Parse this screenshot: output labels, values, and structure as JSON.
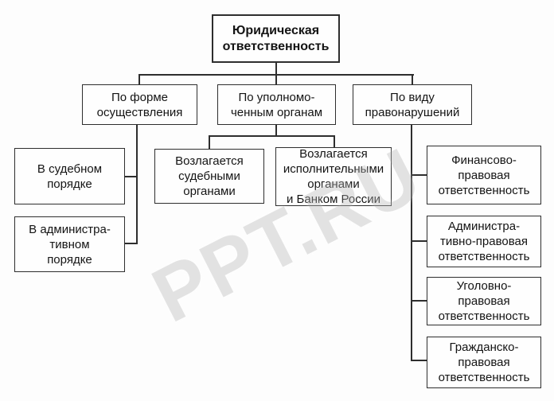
{
  "tree": {
    "root": {
      "label": "Юридическая\nответственность"
    },
    "branches": [
      {
        "label": "По форме\nосуществления",
        "children": [
          {
            "label": "В судебном\nпорядке"
          },
          {
            "label": "В администра-\nтивном\nпорядке"
          }
        ]
      },
      {
        "label": "По уполномо-\nченным органам",
        "children": [
          {
            "label": "Возлагается\nсудебными\nорганами"
          },
          {
            "label": "Возлагается\nисполнительными\nорганами\nи Банком России"
          }
        ]
      },
      {
        "label": "По виду\nправонарушений",
        "children": [
          {
            "label": "Финансово-\nправовая\nответственность"
          },
          {
            "label": "Администра-\nтивно-правовая\nответственность"
          },
          {
            "label": "Уголовно-\nправовая\nответственность"
          },
          {
            "label": "Гражданско-\nправовая\nответственность"
          }
        ]
      }
    ]
  },
  "watermark": {
    "text": "PPT.RU"
  },
  "colors": {
    "border": "#2e2e2e",
    "line": "#2e2e2e",
    "text": "#141414",
    "background": "#fdfdfd",
    "watermark": "#b9b9b9"
  }
}
